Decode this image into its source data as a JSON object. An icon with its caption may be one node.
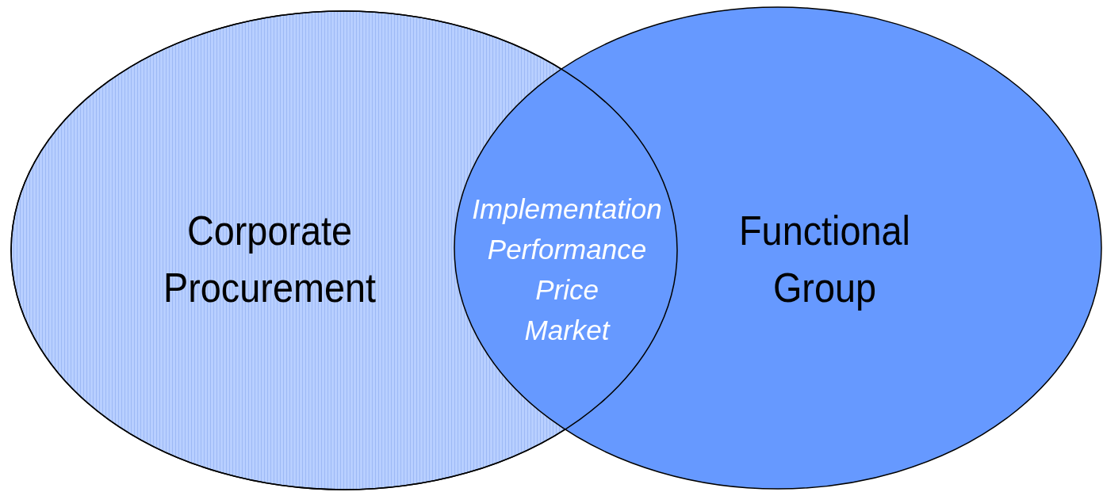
{
  "diagram": {
    "nodes": [
      {
        "text": [
          "Corporate Procurement"
        ]
      },
      {
        "text": [
          "Functional Group"
        ]
      }
    ],
    "labels": [
      "Implementation",
      "Performance",
      "Price",
      "Market"
    ]
  }
}
